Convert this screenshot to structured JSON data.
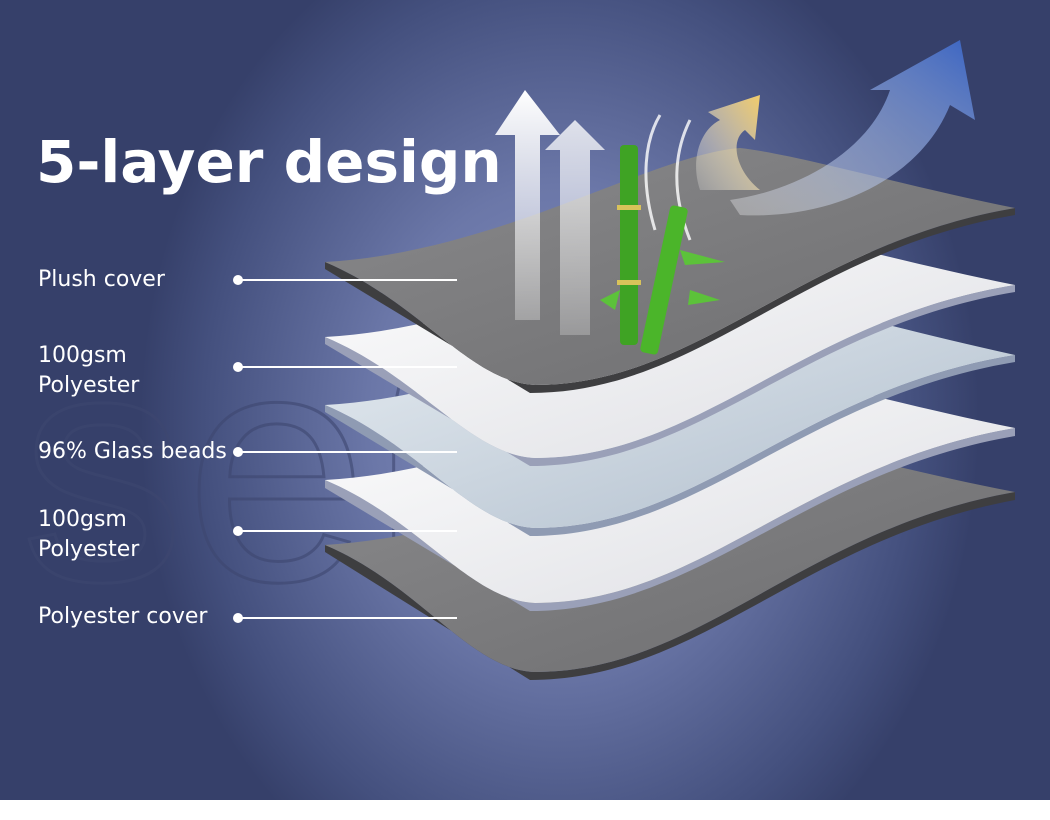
{
  "title": "5-layer design",
  "watermark": "setie",
  "layers": [
    {
      "label_lines": [
        "Plush cover"
      ]
    },
    {
      "label_lines": [
        "100gsm",
        "Polyester"
      ]
    },
    {
      "label_lines": [
        "96% Glass beads"
      ]
    },
    {
      "label_lines": [
        "100gsm",
        "Polyester"
      ]
    },
    {
      "label_lines": [
        "Polyester cover"
      ]
    }
  ],
  "colors": {
    "background": "#6b77a8",
    "gray_fabric": "#7d7d7f",
    "white_fill": "#f4f4f6",
    "glass": "#cfd9e4",
    "bamboo": "#3fa324",
    "warm_arrow": "#f2cc6a",
    "cool_arrow": "#3a64c2"
  }
}
